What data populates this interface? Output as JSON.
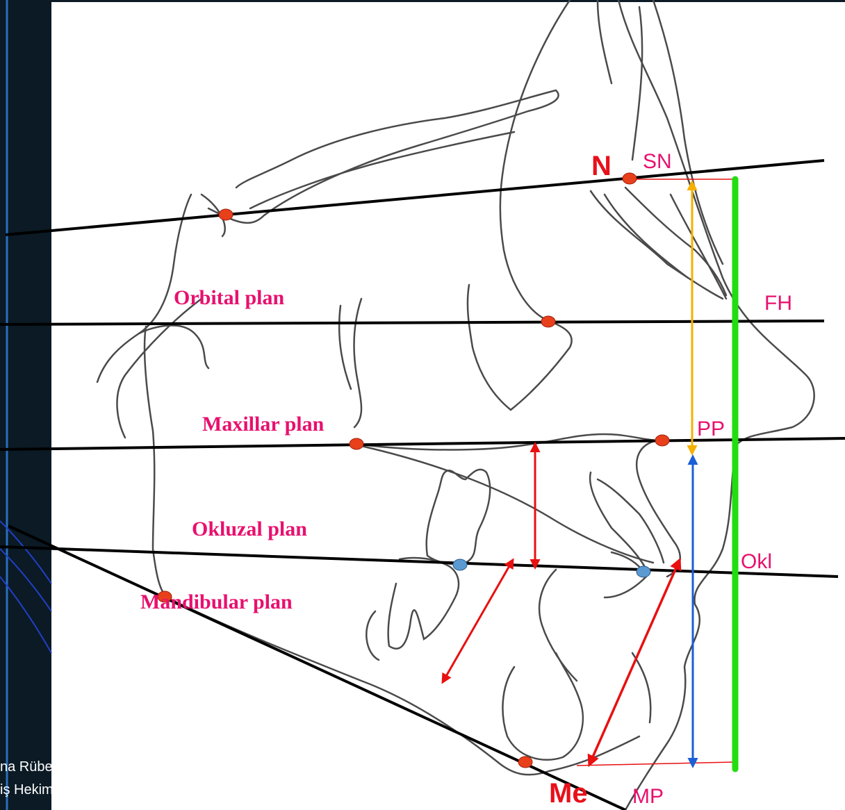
{
  "labels": {
    "orbital": "Orbital plan",
    "maxillar": "Maxillar plan",
    "okluzal": "Okluzal plan",
    "mandibular": "Mandibular plan"
  },
  "landmarks": {
    "nasion": "N",
    "menton": "Me"
  },
  "plane_abbreviations": {
    "sn": "SN",
    "fh": "FH",
    "pp": "PP",
    "okl": "Okl",
    "mp": "MP"
  },
  "footer": {
    "line1": "na Rübendiz",
    "line2": "iş Hekimliği Fakültesi"
  },
  "colors": {
    "dark_panel": "#0b1a24",
    "label_pink": "#e8106e",
    "landmark_red": "#e8101a",
    "arrow_red": "#e81010",
    "arrow_orange": "#f5b000",
    "arrow_blue": "#1a5fd6",
    "green_line": "#22dd11",
    "point_blue": "#5a9ad0",
    "point_red": "#e8401a"
  }
}
